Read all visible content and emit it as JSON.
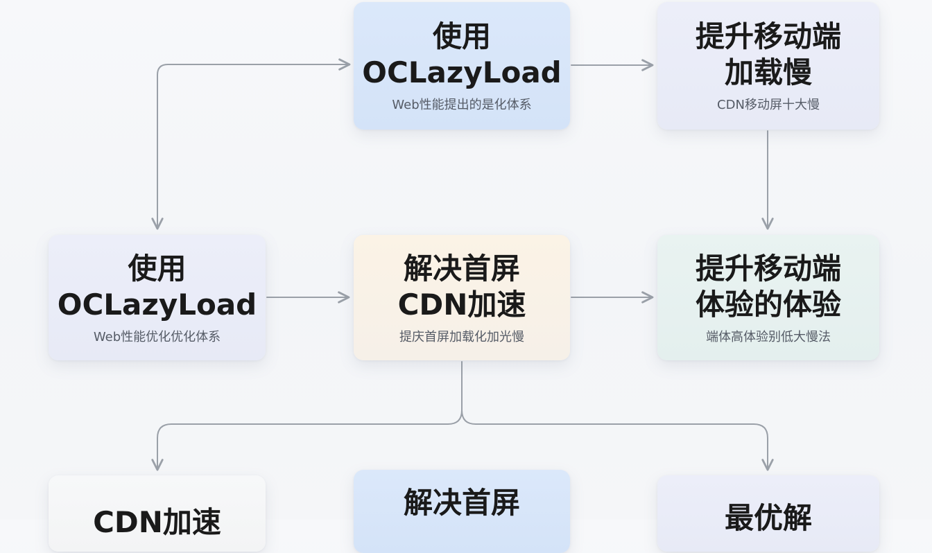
{
  "nodes": {
    "n1": {
      "title": "使用\nOCLazyLoad",
      "subtitle": "Web性能提出的是化体系"
    },
    "n2": {
      "title": "提升移动端\n加载慢",
      "subtitle": "CDN移动屏十大慢"
    },
    "n3": {
      "title": "使用\nOCLazyLoad",
      "subtitle": "Web性能优化优化体系"
    },
    "n4": {
      "title": "解决首屏\nCDN加速",
      "subtitle": "提庆首屏加载化加光慢"
    },
    "n5": {
      "title": "提升移动端\n体验的体验",
      "subtitle": "端体高体验别低大慢法"
    },
    "n6": {
      "title": "CDN加速"
    },
    "n7": {
      "title": "解决首屏"
    },
    "n8": {
      "title": "最优解"
    }
  },
  "colors": {
    "connector": "#9aa0a8",
    "blue": "#d4e3f8",
    "lavender": "#e7eaf6",
    "peach": "#f6f0e8",
    "mint": "#e4efee"
  }
}
